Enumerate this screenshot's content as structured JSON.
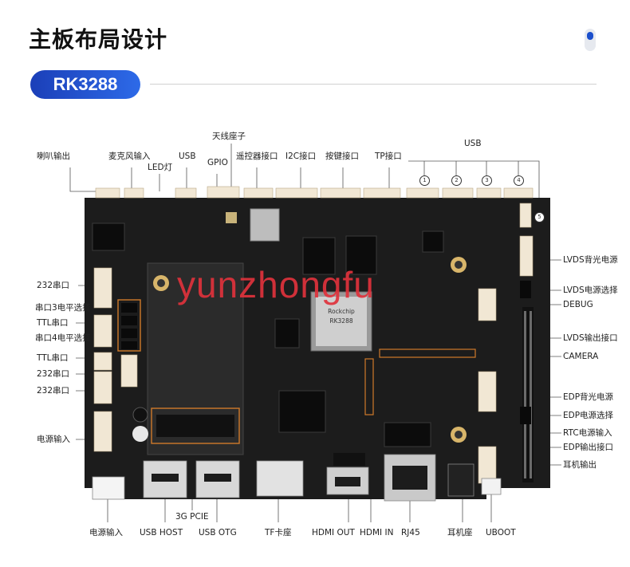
{
  "header": {
    "title": "主板布局设计",
    "badge": "RK3288"
  },
  "chip": {
    "brand": "Rockchip",
    "model": "RK3288"
  },
  "watermark": "yunzhongfu",
  "labels": {
    "top": {
      "antenna": "天线座子",
      "speaker": "喇叭输出",
      "mic": "麦克风输入",
      "led": "LED灯",
      "usb": "USB",
      "gpio": "GPIO",
      "remote": "遥控器接口",
      "i2c": "I2C接口",
      "key": "按键接口",
      "tp": "TP接口",
      "usb_group": "USB"
    },
    "usb_numbers": [
      "1",
      "2",
      "3",
      "4",
      "5"
    ],
    "left": {
      "uart232_a": "232串口",
      "uart3_level": "串口3电平选择",
      "ttl_a": "TTL串口",
      "uart4_level": "串口4电平选择",
      "ttl_b": "TTL串口",
      "uart232_b": "232串口",
      "uart232_c": "232串口",
      "power_in": "电源输入"
    },
    "right": {
      "lvds_backlight": "LVDS背光电源",
      "lvds_power_sel": "LVDS电源选择",
      "debug": "DEBUG",
      "lvds_out": "LVDS输出接口",
      "camera": "CAMERA",
      "edp_backlight": "EDP背光电源",
      "edp_power_sel": "EDP电源选择",
      "rtc_power": "RTC电源输入",
      "edp_out": "EDP输出接口",
      "headphone": "耳机输出"
    },
    "bottom": {
      "pcie": "3G PCIE",
      "power_in": "电源输入",
      "usb_host": "USB HOST",
      "usb_otg": "USB OTG",
      "tf": "TF卡座",
      "hdmi_out": "HDMI OUT",
      "hdmi_in": "HDMI IN",
      "rj45": "RJ45",
      "earphone_jack": "耳机座",
      "uboot": "UBOOT"
    }
  },
  "colors": {
    "board": "#1c1c1c",
    "accent": "#2d6ae8",
    "highlight": "#d07a2a",
    "watermark": "#e0323c"
  }
}
